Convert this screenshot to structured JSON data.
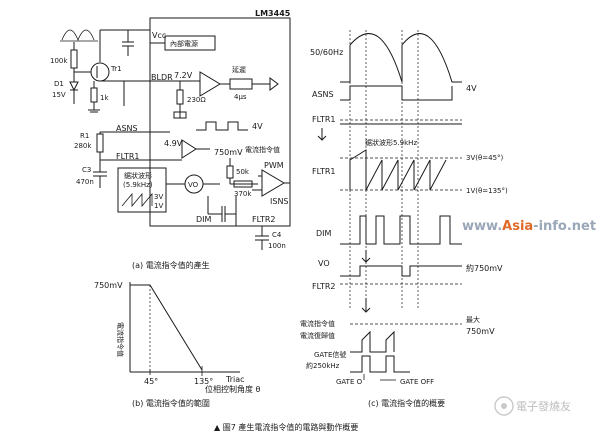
{
  "circuit": {
    "chip_label": "LM3445",
    "vcc_label": "Vcc",
    "internal_reg_label": "內部電源",
    "r_100k": "100k",
    "tr1_label": "Tr1",
    "d1_label": "D1",
    "v15_label": "15V",
    "r_1k": "1k",
    "bldr_label": "BLDR",
    "v72_label": "7.2V",
    "r_230": "230Ω",
    "delay_label": "延遲",
    "delay_time": "4μs",
    "asns_label": "ASNS",
    "v4_label": "4V",
    "r1_label": "R1",
    "r_280k": "280k",
    "v49_label": "4.9V",
    "fltr1_label": "FLTR1",
    "c3_label": "C3",
    "c_470n": "470n",
    "osc_label": "鋸狀波形",
    "osc_freq": "(5.9kHz)",
    "osc_3v": "3V",
    "osc_1v": "1V",
    "v750_label": "750mV",
    "cmd_label": "電流指令值",
    "r_50k": "50k",
    "r_370k": "370k",
    "vo_label": "VO",
    "pwm_label": "PWM",
    "isns_label": "ISNS",
    "dim_label": "DIM",
    "fltr2_label": "FLTR2",
    "c4_label": "C4",
    "c_100n": "100n",
    "caption_a": "(a)  電流指令值的產生"
  },
  "range_chart": {
    "y_top_label": "750mV",
    "y_axis_label": "電流指令值",
    "x_tick_45": "45°",
    "x_tick_135": "135°",
    "x_end_label": "Triac",
    "x_axis_label": "位相控制角度 θ",
    "caption_b": "(b)  電流指令值的範圍"
  },
  "timing": {
    "mains_label": "50/60Hz",
    "asns_label": "ASNS",
    "v4_label": "4V",
    "fltr1_top_label": "FLTR1",
    "saw_label": "鋸狀波形5.9kHz",
    "fltr1_label": "FLTR1",
    "v3_label": "3V(θ=45°)",
    "v1_label": "1V(θ=135°)",
    "dim_label": "DIM",
    "vo_label": "VO",
    "v750_label": "約750mV",
    "fltr2_label": "FLTR2",
    "cmd_label": "電流指令值",
    "recovery_label": "電流復歸值",
    "max_label": "最大",
    "max_value": "750mV",
    "gate_signal_label": "GATE信號",
    "freq_label": "約250kHz",
    "gate_on_label": "GATE  O",
    "gate_off_label": "GATE  OFF",
    "caption_c": "(c)  電流指令值的概要"
  },
  "watermark": {
    "brand_www": "www.",
    "brand_asia": "Asia",
    "brand_rest": "-info.net",
    "logo_text": "電子發燒友"
  },
  "figure_caption": "▲ 圖7    產生電流指令值的電路與動作概要"
}
